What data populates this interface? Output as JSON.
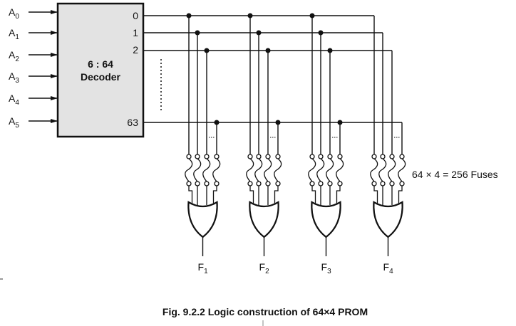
{
  "inputs": [
    {
      "base": "A",
      "sub": "0"
    },
    {
      "base": "A",
      "sub": "1"
    },
    {
      "base": "A",
      "sub": "2"
    },
    {
      "base": "A",
      "sub": "3"
    },
    {
      "base": "A",
      "sub": "4"
    },
    {
      "base": "A",
      "sub": "5"
    }
  ],
  "decoder": {
    "title_line1": "6 : 64",
    "title_line2": "Decoder",
    "fill": "#e3e3e3"
  },
  "decoder_outputs": [
    "0",
    "1",
    "2",
    "63"
  ],
  "outputs": [
    {
      "base": "F",
      "sub": "1"
    },
    {
      "base": "F",
      "sub": "2"
    },
    {
      "base": "F",
      "sub": "3"
    },
    {
      "base": "F",
      "sub": "4"
    }
  ],
  "fuse_note": "64 × 4 = 256 Fuses",
  "caption": "Fig. 9.2.2 Logic construction of 64×4 PROM"
}
